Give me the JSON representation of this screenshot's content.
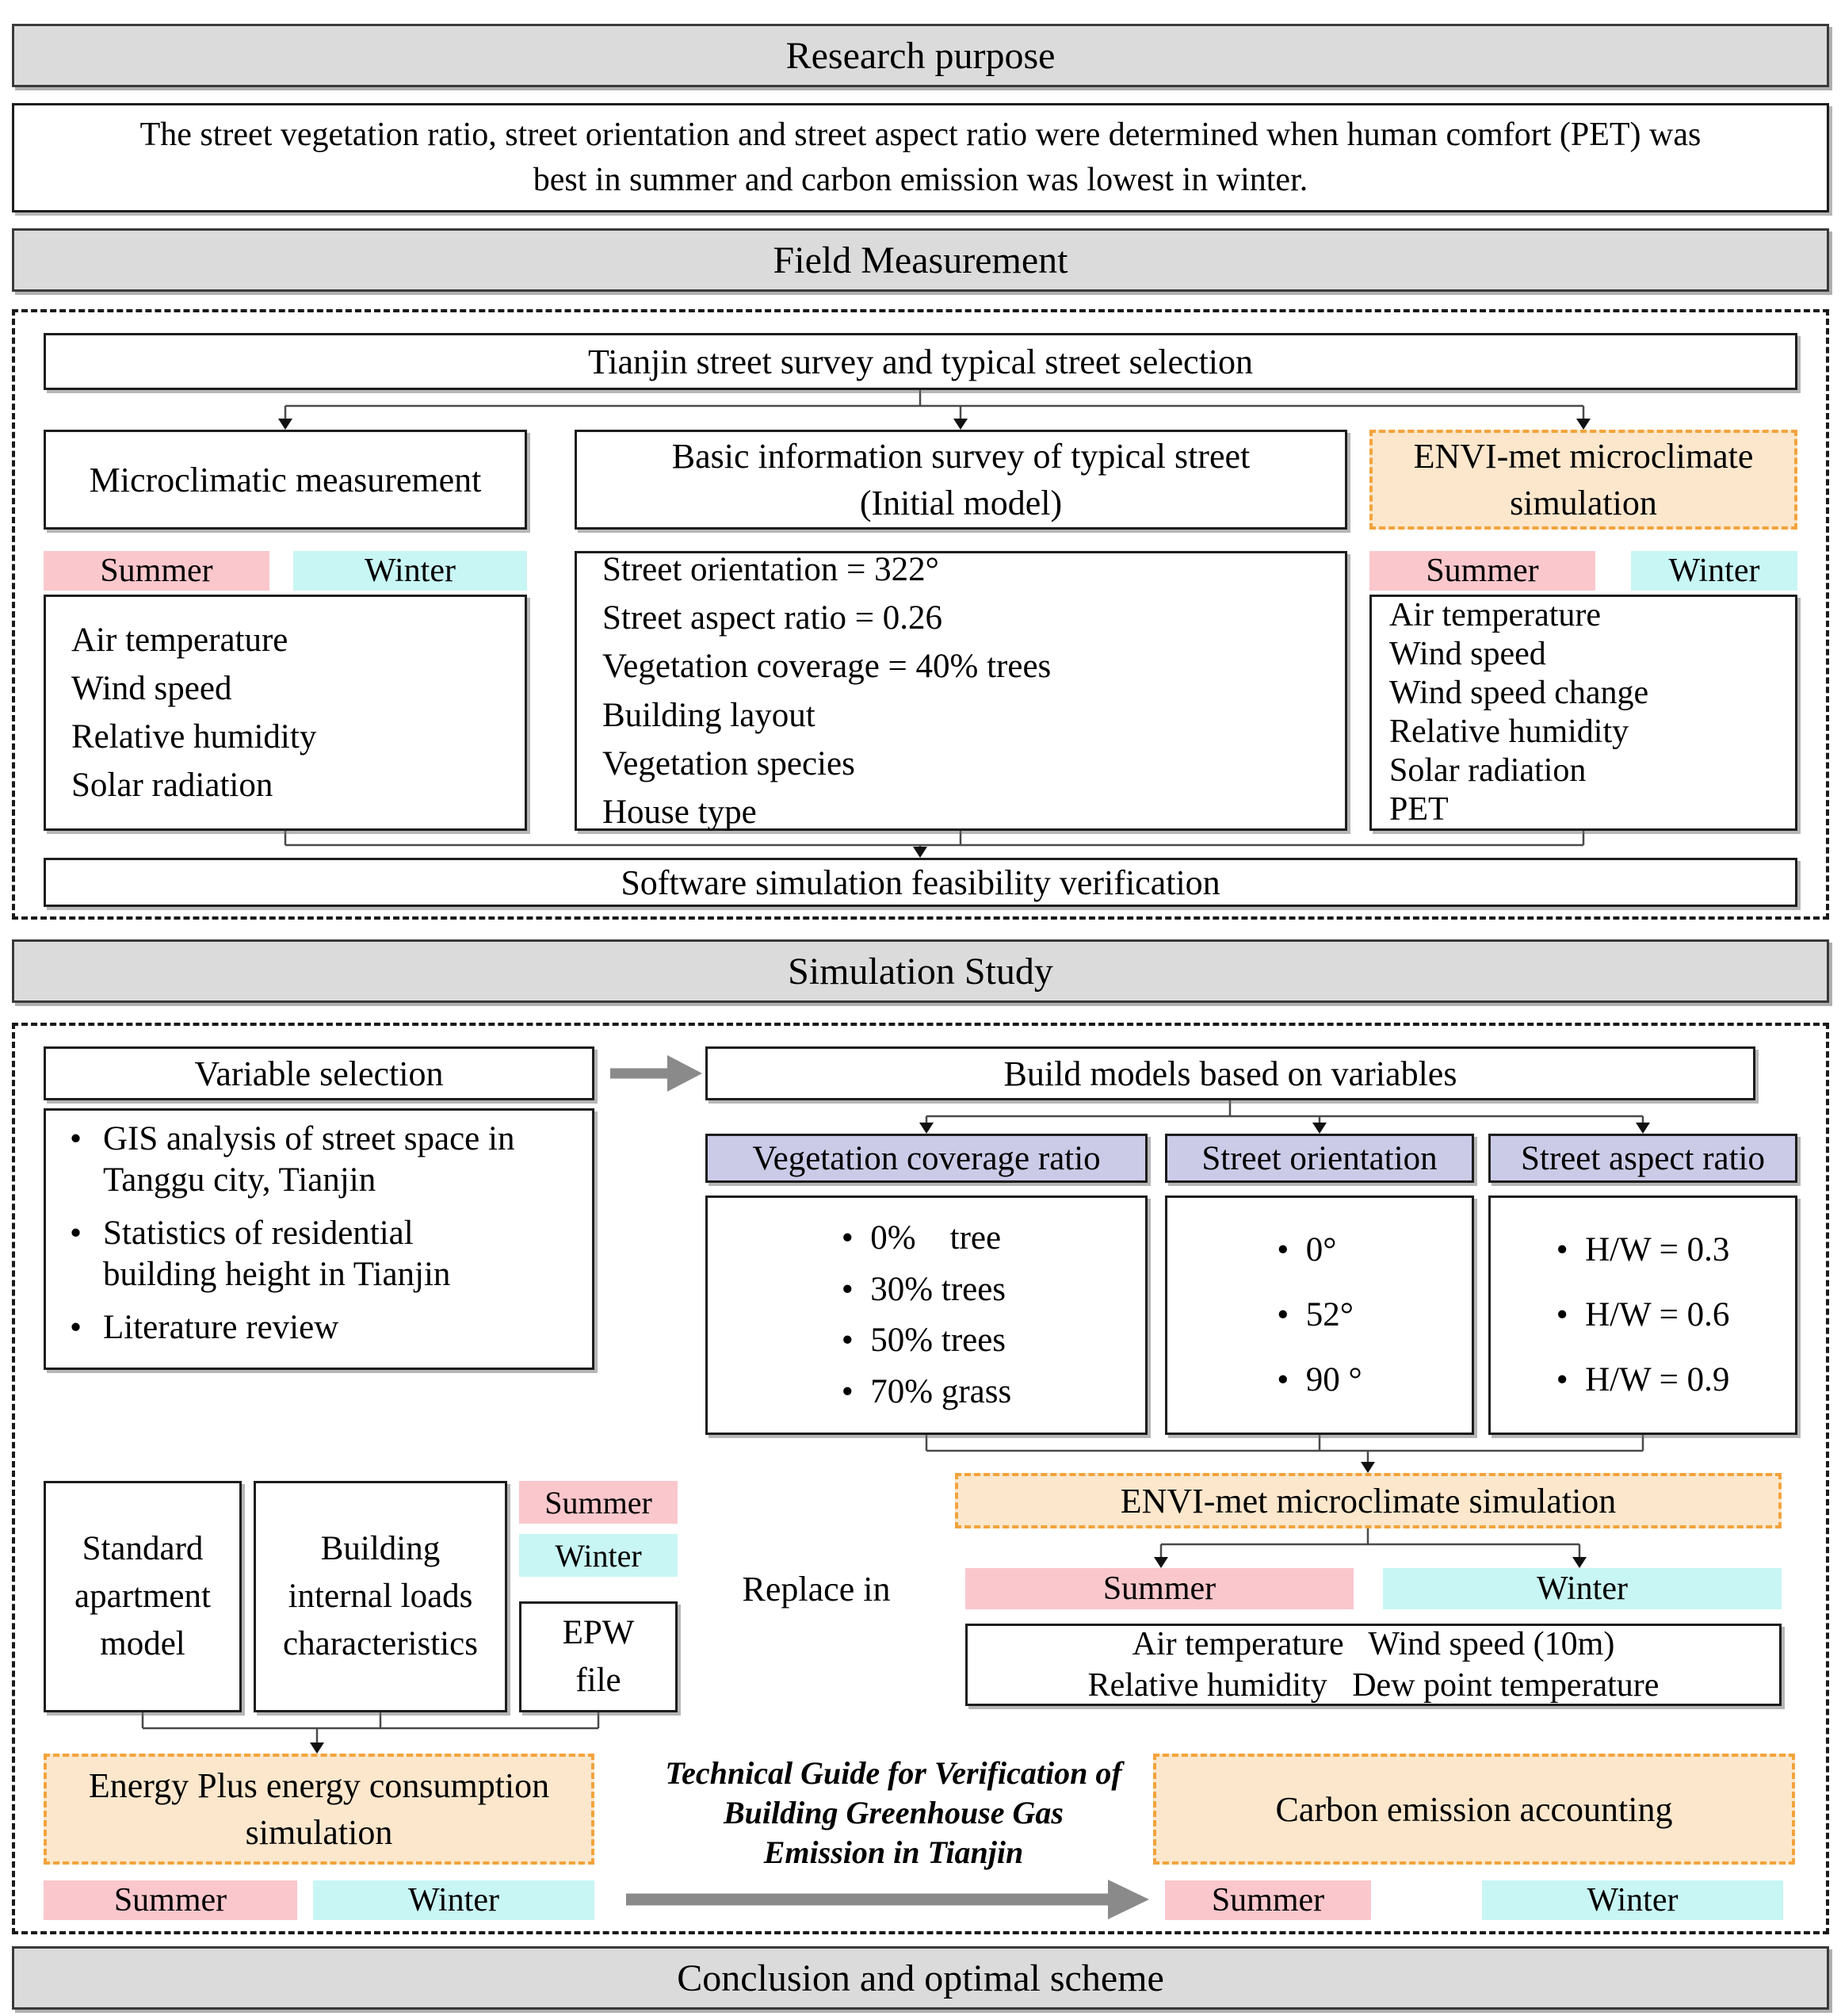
{
  "labels": {
    "summer": "Summer",
    "winter": "Winter"
  },
  "research": {
    "title": "Research purpose",
    "body": "The street vegetation ratio, street orientation and street aspect ratio were determined when human comfort (PET) was\nbest in summer and carbon emission was lowest in winter."
  },
  "field": {
    "title": "Field Measurement",
    "survey": "Tianjin street survey and typical street selection",
    "micro": {
      "title": "Microclimatic measurement",
      "items": [
        "Air temperature",
        "Wind speed",
        "Relative humidity",
        "Solar radiation"
      ]
    },
    "basic": {
      "title": "Basic information survey of typical street\n(Initial model)",
      "items": [
        "Street orientation = 322°",
        "Street aspect ratio = 0.26",
        "Vegetation coverage = 40% trees",
        "Building layout",
        "Vegetation species",
        "House type"
      ]
    },
    "envi": {
      "title": "ENVI-met microclimate\nsimulation",
      "items": [
        "Air temperature",
        "Wind speed",
        "Wind speed change",
        "Relative humidity",
        "Solar radiation",
        "PET"
      ]
    },
    "verification": "Software simulation feasibility verification"
  },
  "simulation": {
    "title": "Simulation Study",
    "variable_selection": "Variable selection",
    "build_models": "Build models based on variables",
    "variable_sources": [
      "GIS analysis of street space in\nTanggu city, Tianjin",
      "Statistics of residential\nbuilding height in Tianjin",
      "Literature review"
    ],
    "columns": [
      {
        "header": "Vegetation coverage ratio",
        "items": [
          "0%    tree",
          "30% trees",
          "50% trees",
          "70% grass"
        ]
      },
      {
        "header": "Street orientation",
        "items": [
          "0°",
          "52°",
          "90 °"
        ]
      },
      {
        "header": "Street aspect ratio",
        "items": [
          "H/W = 0.3",
          "H/W = 0.6",
          "H/W = 0.9"
        ]
      }
    ],
    "standard_apartment": "Standard\napartment\nmodel",
    "building_loads": "Building\ninternal loads\ncharacteristics",
    "epw_file": "EPW\nfile",
    "energy_plus": "Energy Plus energy consumption\nsimulation",
    "replace_in": "Replace in",
    "envi_simulation": "ENVI-met microclimate simulation",
    "replaced_params": "Air temperature   Wind speed (10m)\nRelative humidity   Dew point temperature",
    "technical_guide": "Technical Guide for Verification of\nBuilding Greenhouse Gas\nEmission in Tianjin",
    "carbon_accounting": "Carbon emission accounting"
  },
  "conclusion": {
    "title": "Conclusion and optimal scheme"
  },
  "colors": {
    "summer": "#FAC7CC",
    "winter": "#C8F6F4",
    "highlight_fill": "#FCE7CC",
    "highlight_border": "#F2A33C",
    "header_fill": "#DBDBDB",
    "variable_fill": "#CBCBE8"
  }
}
